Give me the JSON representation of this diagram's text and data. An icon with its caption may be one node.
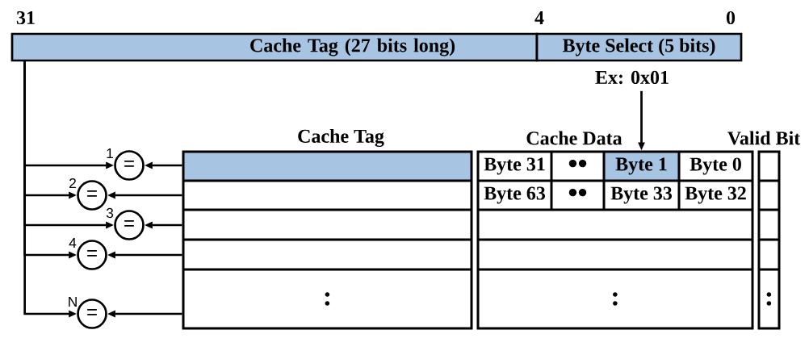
{
  "diagram": {
    "nodes": [
      {
        "text": [
          "Cache Tag (27 bits long)"
        ]
      },
      {
        "text": [
          "Byte Select (5 bits)"
        ]
      },
      {
        "text": [
          "Ex: 0x01"
        ]
      },
      {
        "text": [
          "="
        ],
        "beside": [
          "1"
        ]
      },
      {
        "text": [
          "="
        ],
        "beside": [
          "2"
        ]
      },
      {
        "text": [
          "="
        ],
        "beside": [
          "3"
        ]
      },
      {
        "text": [
          "="
        ],
        "beside": [
          "4"
        ]
      },
      {
        "text": [
          "="
        ],
        "beside": [
          "N"
        ]
      },
      {
        "text": [
          "Cache Tag"
        ]
      },
      {
        "text": [],
        "shape": "box",
        "in": 8
      },
      {
        "text": [],
        "shape": "box",
        "in": 8
      },
      {
        "text": [],
        "shape": "box",
        "in": 8
      },
      {
        "text": [],
        "shape": "box",
        "in": 8
      },
      {
        "text": [
          ":"
        ],
        "in": 8
      },
      {
        "text": [
          "Cache Data"
        ]
      },
      {
        "text": [
          "Byte 31"
        ],
        "in": 14
      },
      {
        "text": [
          "••"
        ],
        "in": 14
      },
      {
        "text": [
          "Byte 1"
        ],
        "in": 14
      },
      {
        "text": [
          "Byte 0"
        ],
        "in": 14
      },
      {
        "text": [
          "Byte 63"
        ],
        "in": 14
      },
      {
        "text": [
          "••"
        ],
        "in": 14
      },
      {
        "text": [
          "Byte 33"
        ],
        "in": 14
      },
      {
        "text": [
          "Byte 32"
        ],
        "in": 14
      },
      {
        "text": [],
        "shape": "box",
        "in": 14
      },
      {
        "text": [],
        "shape": "box",
        "in": 14
      },
      {
        "text": [
          ":"
        ],
        "in": 14
      },
      {
        "text": [
          "Valid Bit"
        ]
      },
      {
        "text": [],
        "shape": "box",
        "in": 26
      },
      {
        "text": [],
        "shape": "box",
        "in": 26
      },
      {
        "text": [],
        "shape": "box",
        "in": 26
      },
      {
        "text": [],
        "shape": "box",
        "in": 26
      },
      {
        "text": [
          ":"
        ],
        "in": 26
      }
    ],
    "edges": [
      {
        "from": 0,
        "to": 3,
        "arrow": "to"
      },
      {
        "from": 0,
        "to": 4,
        "arrow": "to"
      },
      {
        "from": 0,
        "to": 5,
        "arrow": "to"
      },
      {
        "from": 0,
        "to": 6,
        "arrow": "to"
      },
      {
        "from": 0,
        "to": 7,
        "arrow": "to"
      },
      {
        "from": 9,
        "to": 3,
        "arrow": "to"
      },
      {
        "from": 10,
        "to": 4,
        "arrow": "to"
      },
      {
        "from": 11,
        "to": 5,
        "arrow": "to"
      },
      {
        "from": 12,
        "to": 6,
        "arrow": "to"
      },
      {
        "from": 13,
        "to": 7,
        "arrow": "to"
      },
      {
        "from": 2,
        "to": 17,
        "arrow": "to"
      }
    ],
    "labels": [
      "31",
      "4",
      "0"
    ]
  }
}
